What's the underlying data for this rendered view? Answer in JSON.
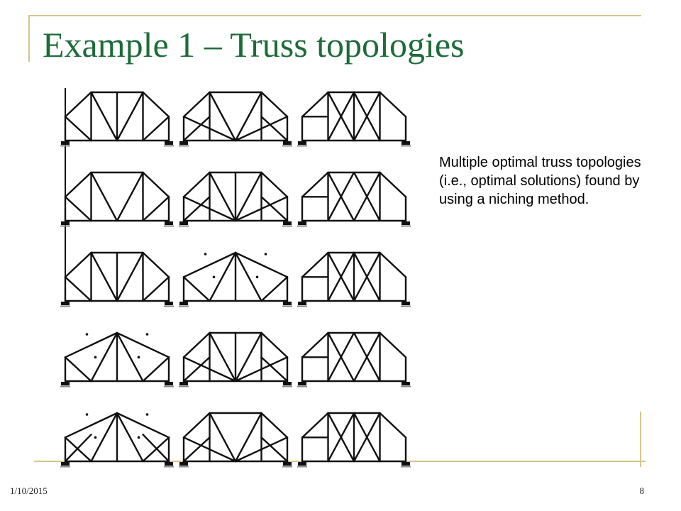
{
  "slide": {
    "title": "Example 1 – Truss topologies",
    "caption": "Multiple optimal truss topologies (i.e., optimal solutions) found by using a niching method.",
    "footer_date": "1/10/2015",
    "page_number": "8"
  },
  "colors": {
    "title": "#1e6b3a",
    "frame": "#d6c48a",
    "ink": "#111111"
  },
  "figure": {
    "grid_rows": 5,
    "grid_cols": 3,
    "topologies": [
      [
        "trapezoid",
        "trapezoid",
        "trapezoid"
      ],
      [
        "trapezoid",
        "trapezoid",
        "trapezoid"
      ],
      [
        "trapezoid",
        "peaked",
        "trapezoid"
      ],
      [
        "peaked",
        "trapezoid",
        "trapezoid"
      ],
      [
        "peaked",
        "trapezoid",
        "trapezoid"
      ]
    ]
  }
}
